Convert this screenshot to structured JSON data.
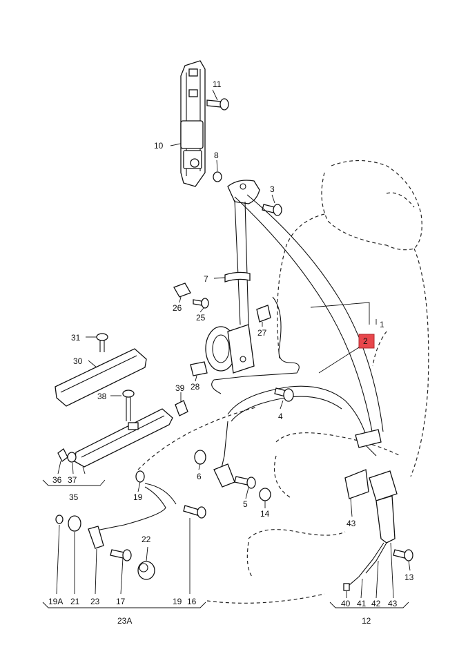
{
  "labels": {
    "p1": "1",
    "p2": "2",
    "p3": "3",
    "p4": "4",
    "p5": "5",
    "p6": "6",
    "p7": "7",
    "p8": "8",
    "p10": "10",
    "p11": "11",
    "p12": "12",
    "p13": "13",
    "p14": "14",
    "p16": "16",
    "p17": "17",
    "p19": "19",
    "p19b": "19",
    "p19a": "19A",
    "p21": "21",
    "p22": "22",
    "p23": "23",
    "p23a": "23A",
    "p25": "25",
    "p26": "26",
    "p27": "27",
    "p28": "28",
    "p30": "30",
    "p31": "31",
    "p35": "35",
    "p36": "36",
    "p37": "37",
    "p38": "38",
    "p39": "39",
    "p40": "40",
    "p41": "41",
    "p42": "42",
    "p43": "43",
    "p43b": "43"
  },
  "colors": {
    "highlight": "#e8474c",
    "line": "#111111"
  }
}
